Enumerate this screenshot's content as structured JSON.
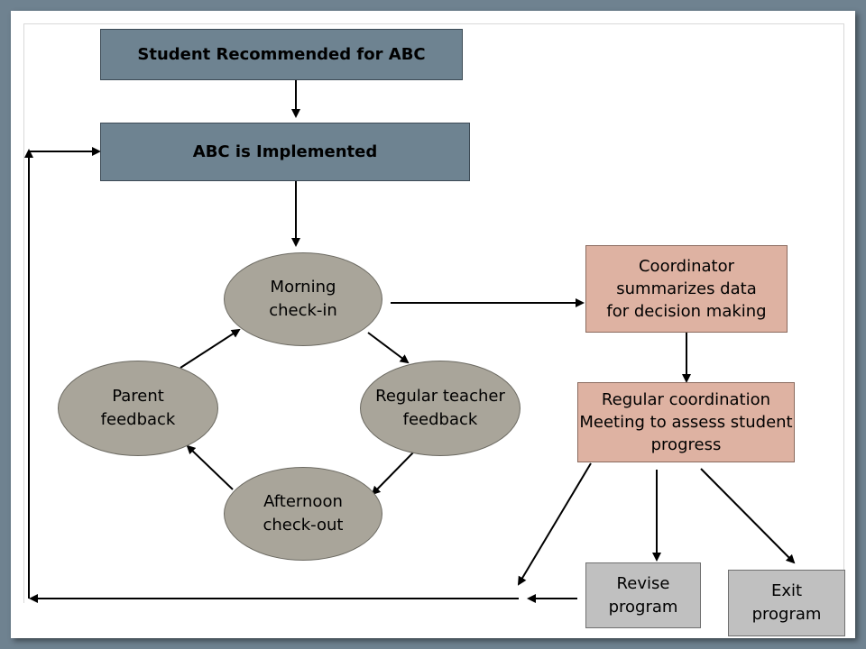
{
  "nodes": {
    "recommended": "Student Recommended for ABC",
    "implemented": "ABC is Implemented",
    "morning": "Morning\ncheck-in",
    "parent": "Parent\nfeedback",
    "teacher": "Regular teacher\nfeedback",
    "afternoon": "Afternoon\ncheck-out",
    "coordinator": "Coordinator\nsummarizes data\nfor decision making",
    "meeting": "Regular coordination\nMeeting to assess student\nprogress",
    "revise": "Revise\nprogram",
    "exit": "Exit\nprogram"
  },
  "colors": {
    "background": "#6f8290",
    "box_dark": "#6e8391",
    "box_pink": "#deb2a2",
    "box_grey": "#c0c0c0",
    "ellipse": "#a9a59a",
    "arrow": "#000000"
  }
}
